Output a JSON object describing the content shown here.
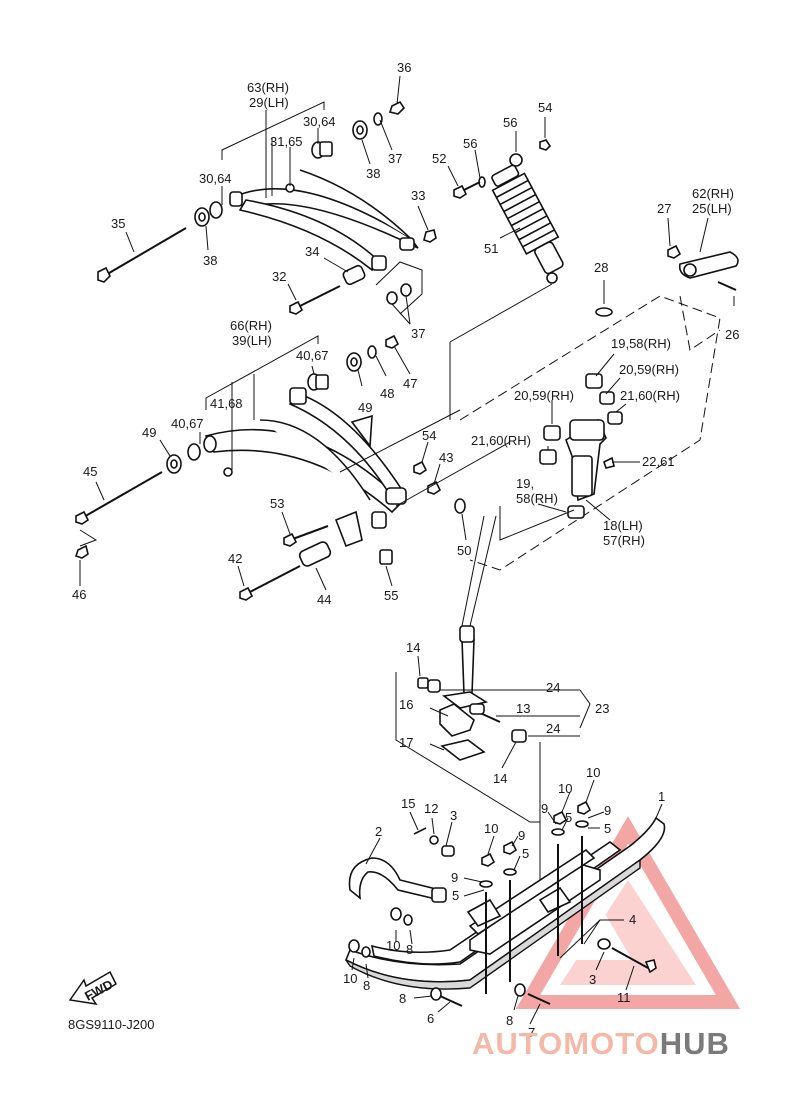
{
  "diagram_code": "8GS9110-J200",
  "fwd_label": "FWD",
  "watermark": {
    "part1": "AUTOMOTO",
    "part2": "HUB"
  },
  "colors": {
    "watermark_red": "#f08a86",
    "watermark_grey": "#7a7a7a",
    "line": "#111111"
  },
  "labels": {
    "l36": "36",
    "l63": "63(RH)",
    "l29": "29(LH)",
    "l3064a": "30,64",
    "l3165": "31,65",
    "l3064b": "30,64",
    "l37a": "37",
    "l38a": "38",
    "l54a": "54",
    "l56a": "56",
    "l52": "52",
    "l56b": "56",
    "l62": "62(RH)",
    "l25": "25(LH)",
    "l27": "27",
    "l33": "33",
    "l35": "35",
    "l38b": "38",
    "l34": "34",
    "l32": "32",
    "l37b": "37",
    "l51": "51",
    "l28": "28",
    "l26": "26",
    "l66": "66(RH)",
    "l39": "39(LH)",
    "l4067a": "40,67",
    "l1958": "19,58(RH)",
    "l2059a": "20,59(RH)",
    "l4168": "41,68",
    "l47": "47",
    "l48": "48",
    "l49a": "49",
    "l2059b": "20,59(RH)",
    "l2160a": "21,60(RH)",
    "l4067b": "40,67",
    "l49b": "49",
    "l54b": "54",
    "l2160b": "21,60(RH)",
    "l43": "43",
    "l2261": "22,61",
    "l45": "45",
    "l19": "19,",
    "l58": "58(RH)",
    "l18": "18(LH)",
    "l57": "57(RH)",
    "l53": "53",
    "l50": "50",
    "l42": "42",
    "l46": "46",
    "l44": "44",
    "l55": "55",
    "l14a": "14",
    "l24a": "24",
    "l16": "16",
    "l13": "13",
    "l23": "23",
    "l24b": "24",
    "l17": "17",
    "l14b": "14",
    "l10a": "10",
    "l10b": "10",
    "l1": "1",
    "l15": "15",
    "l12": "12",
    "l3a": "3",
    "l9a": "9",
    "l5a": "5",
    "l9b": "9",
    "l5b": "5",
    "l10c": "10",
    "l2": "2",
    "l9c": "9",
    "l5c": "5",
    "l9d": "9",
    "l5d": "5",
    "l4": "4",
    "l10d": "10",
    "l8a": "8",
    "l10e": "10",
    "l8b": "8",
    "l3b": "3",
    "l11": "11",
    "l8c": "8",
    "l6": "6",
    "l8d": "8",
    "l7": "7"
  }
}
